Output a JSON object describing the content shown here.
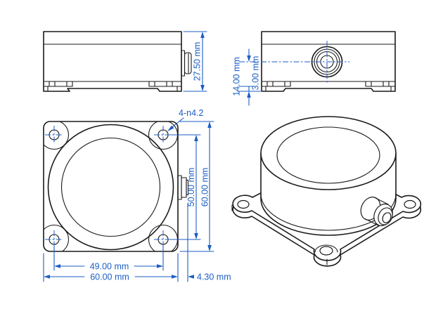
{
  "drawing": {
    "title": "inclinometer-enclosure-technical-drawing",
    "colors": {
      "line": "#1a1a1a",
      "dimension": "#1b5ec4",
      "background": "#ffffff"
    },
    "views": {
      "side": {
        "dims": {
          "overall_height": "27.50 mm"
        }
      },
      "back": {
        "dims": {
          "connector_center_height": "14.00 mm",
          "base_thickness": "3.00 mm"
        }
      },
      "top": {
        "dims": {
          "hole_callout": "4-n4.2",
          "hole_pitch_vertical": "50.00 mm",
          "overall_height": "60.00 mm",
          "hole_pitch_horizontal": "49.00 mm",
          "overall_width": "60.00 mm",
          "connector_protrusion": "4.30 mm"
        }
      },
      "isometric": {
        "dims": {}
      }
    }
  }
}
